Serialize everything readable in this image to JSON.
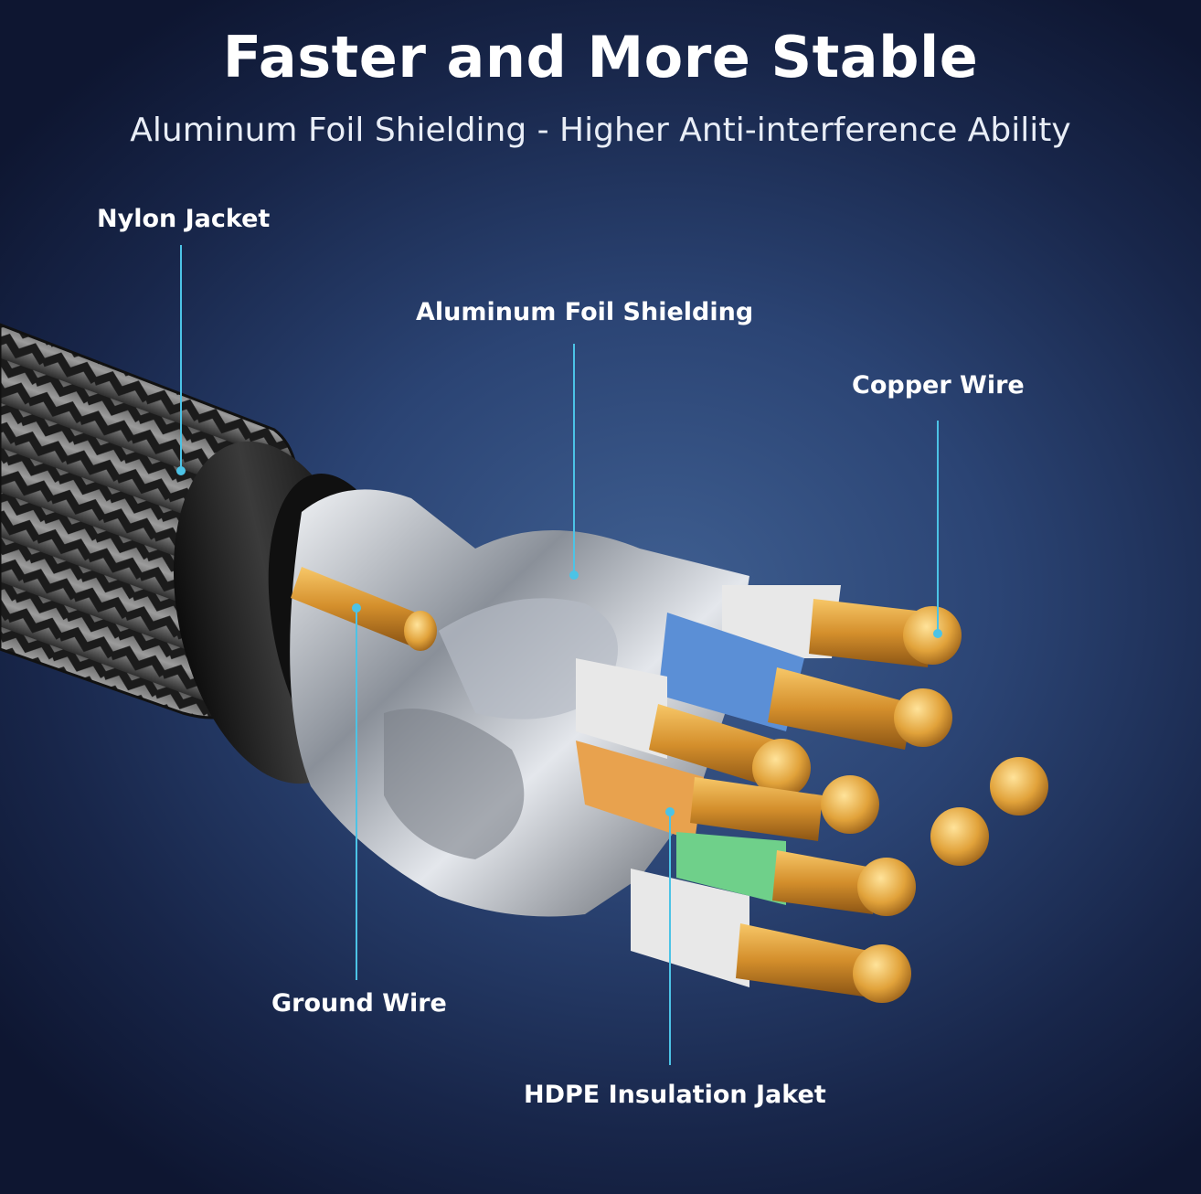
{
  "title": "Faster and More Stable",
  "subtitle": "Aluminum Foil Shielding - Higher Anti-interference Ability",
  "callouts": {
    "nylon_jacket": "Nylon Jacket",
    "aluminum_foil": "Aluminum Foil Shielding",
    "copper_wire": "Copper Wire",
    "ground_wire": "Ground Wire",
    "hdpe_jacket": "HDPE Insulation Jaket"
  },
  "colors": {
    "leader_line": "#4cc3e6",
    "copper": "#e1a23a",
    "foil": "#c9ced6",
    "jacket": "#1a1a1a",
    "braid": "#8a8a8a",
    "insulation_white": "#e8e8e8",
    "insulation_blue": "#5b8fd6",
    "insulation_orange": "#e8a24e",
    "insulation_green": "#6fd08a"
  }
}
